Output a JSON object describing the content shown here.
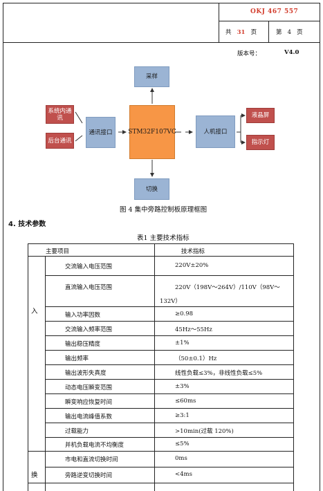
{
  "header": {
    "doc_code": "OKJ 467 557",
    "total_prefix": "共",
    "total_pages": "31",
    "total_suffix": "页",
    "page_prefix": "第",
    "page_number": "4",
    "page_suffix": "页"
  },
  "version": {
    "label": "版本号：",
    "value": "V4.0"
  },
  "diagram": {
    "sampling": "采样",
    "mcu": "STM32F107VC",
    "switching": "切换",
    "comm_interface": "通讯接口",
    "hmi_interface": "人机接口",
    "internal_comm": "系统内通讯",
    "backend_comm": "后台通讯",
    "lcd": "液晶屏",
    "indicator": "指示灯",
    "caption": "图 4 集中旁路控制板原理框图"
  },
  "section_title": "4. 技术参数",
  "table": {
    "caption": "表1 主要技术指标",
    "header_item": "主要项目",
    "header_spec": "技术指标",
    "group1_label": "入",
    "group2_label": "换",
    "rows": [
      {
        "item": "交流输入电压范围",
        "spec": "220V±20%"
      },
      {
        "item": "直流输入电压范围",
        "spec": "220V（198V～264V）/110V（98V～",
        "spec2": "132V）"
      },
      {
        "item": "输入功率因数",
        "spec": "≥0.98"
      },
      {
        "item": "交流输入频率范围",
        "spec": "45Hz～55Hz"
      },
      {
        "item": "输出稳压精度",
        "spec": "±1%"
      },
      {
        "item": "输出频率",
        "spec": "（50±0.1）Hz"
      },
      {
        "item": "输出波形失真度",
        "spec": "线性负载≤3%，非线性负载≤5%"
      },
      {
        "item": "动态电压瞬变范围",
        "spec": "±3%"
      },
      {
        "item": "瞬变响应恢复时间",
        "spec": "≤60ms"
      },
      {
        "item": "输出电流峰值系数",
        "spec": "≥3:1"
      },
      {
        "item": "过载能力",
        "spec": ">10min(过载 120%)"
      },
      {
        "item": "并机负载电流不均衡度",
        "spec": "≤5%"
      },
      {
        "item": "市电和直流切换时间",
        "spec": "0ms"
      },
      {
        "item": "旁路逆变切换时间",
        "spec": "<4ms"
      }
    ]
  },
  "colors": {
    "blue_box": "#9bb4d4",
    "red_box": "#c0504d",
    "mcu_box": "#f79646",
    "header_red": "#d23c2c"
  }
}
